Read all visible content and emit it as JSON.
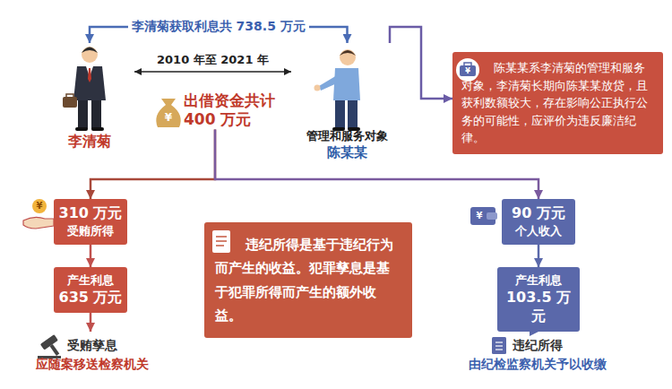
{
  "diagram": {
    "nodes": [
      {
        "text": [
          "李清菊"
        ]
      },
      {
        "text": [
          "管理和服务对象",
          "陈某某"
        ]
      },
      {
        "text": [
          "陈某某系李清菊的管理和服务对象，李清菊长期向陈某某放贷，且获利数额较大，存在影响公正执行公务的可能性，应评价为违反廉洁纪律。"
        ]
      },
      {
        "text": [
          "出借资金共计 400 万元"
        ]
      },
      {
        "text": [
          "310 万元",
          "受贿所得"
        ]
      },
      {
        "text": [
          "产生利息",
          "635 万元"
        ]
      },
      {
        "text": [
          "受贿孳息",
          "应随案移送检察机关"
        ]
      },
      {
        "text": [
          "违纪所得是基于违纪行为而产生的收益。犯罪孳息是基于犯罪所得而产生的额外收益。"
        ]
      },
      {
        "text": [
          "90 万元",
          "个人收入"
        ]
      },
      {
        "text": [
          "产生利息",
          "103.5 万元"
        ]
      },
      {
        "text": [
          "违纪所得",
          "由纪检监察机关予以收缴"
        ]
      }
    ],
    "edges": [
      {
        "from": 0,
        "to": 1,
        "label": "2010 年至 2021 年",
        "arrow": "both"
      },
      {
        "from": 1,
        "to": 0,
        "label": "李清菊获取利息共 738.5 万元",
        "arrow": "both"
      },
      {
        "from": 1,
        "to": 2,
        "arrow": "to"
      },
      {
        "from": 3,
        "to": 4,
        "arrow": "to"
      },
      {
        "from": 3,
        "to": 8,
        "arrow": "to"
      },
      {
        "from": 4,
        "to": 5,
        "arrow": "to"
      },
      {
        "from": 5,
        "to": 6,
        "arrow": "to"
      },
      {
        "from": 8,
        "to": 9,
        "arrow": "to"
      },
      {
        "from": 9,
        "to": 10,
        "arrow": "to"
      }
    ],
    "labels": [
      "¥",
      "¥",
      "¥",
      "¥"
    ]
  }
}
